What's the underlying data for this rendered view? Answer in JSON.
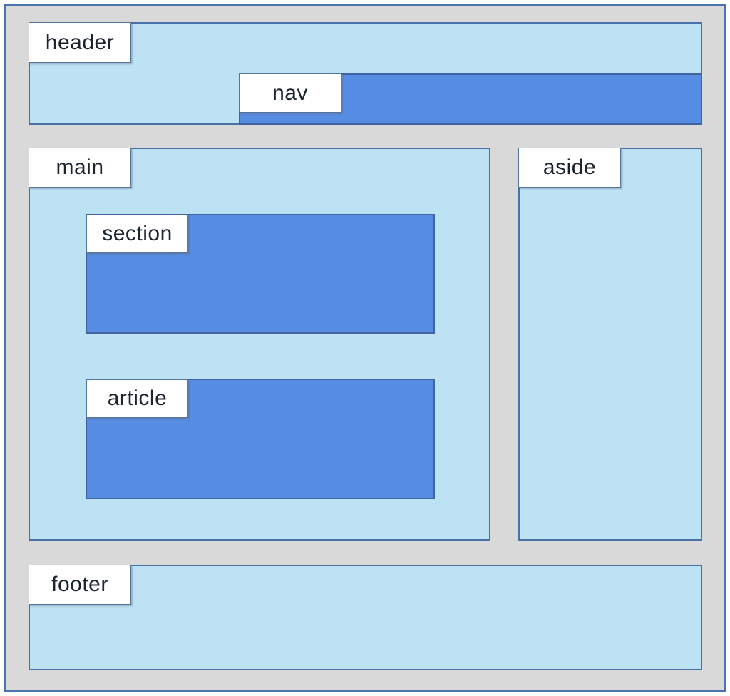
{
  "diagram": {
    "description": "HTML5 semantic page layout diagram"
  },
  "regions": {
    "header": {
      "label": "header"
    },
    "nav": {
      "label": "nav"
    },
    "main": {
      "label": "main"
    },
    "section": {
      "label": "section"
    },
    "article": {
      "label": "article"
    },
    "aside": {
      "label": "aside"
    },
    "footer": {
      "label": "footer"
    }
  },
  "colors": {
    "canvas-bg": "#ffffff",
    "frame-bg": "#d9d9d9",
    "frame-border": "#4b74ae",
    "region-light": "#bce2f4",
    "region-dark": "#568ce2",
    "region-border-light": "#4a71a6",
    "region-border-dark": "#4064a0",
    "label-bg": "#ffffff",
    "label-border": "#54749e",
    "label-text": "#1c2430"
  }
}
